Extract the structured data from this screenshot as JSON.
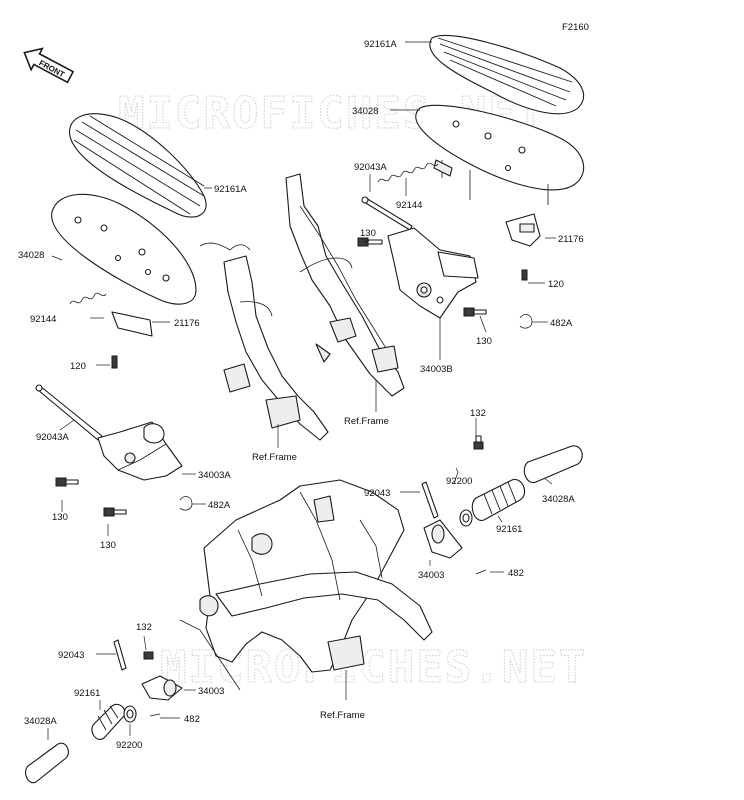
{
  "figure_code": "F2160",
  "front_label": "FRONT",
  "watermark": "MICROFICHES.NET",
  "labels": {
    "l_92161A_top": "92161A",
    "l_34028_top": "34028",
    "l_92043A_top": "92043A",
    "l_92144_top": "92144",
    "l_130_top": "130",
    "l_21176_top": "21176",
    "l_120_top": "120",
    "l_482A_top": "482A",
    "l_130_top2": "130",
    "l_34003B": "34003B",
    "l_refframe_top": "Ref.Frame",
    "l_92161A_left": "92161A",
    "l_34028_left": "34028",
    "l_92144_left": "92144",
    "l_21176_left": "21176",
    "l_120_left": "120",
    "l_92043A_left": "92043A",
    "l_refframe_mid": "Ref.Frame",
    "l_34003A": "34003A",
    "l_482A_left": "482A",
    "l_130_left": "130",
    "l_130_left2": "130",
    "l_132_right": "132",
    "l_92043_right": "92043",
    "l_92200_right": "92200",
    "l_34028A_right": "34028A",
    "l_92161_right": "92161",
    "l_34003_right": "34003",
    "l_482_right": "482",
    "l_132_bottom": "132",
    "l_92043_bottom": "92043",
    "l_34003_bottom": "34003",
    "l_92161_bottom": "92161",
    "l_482_bottom": "482",
    "l_refframe_bottom": "Ref.Frame",
    "l_34028A_bottom": "34028A",
    "l_92200_bottom": "92200"
  }
}
